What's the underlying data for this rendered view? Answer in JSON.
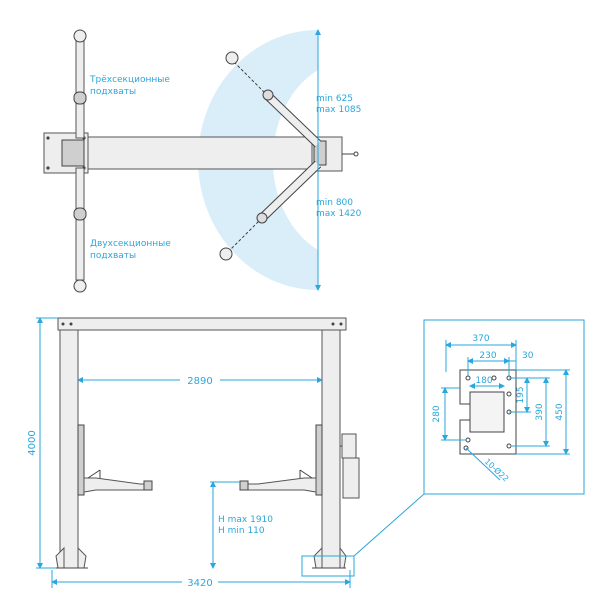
{
  "colors": {
    "accent": "#2aa7dc",
    "arc_fill": "#d9eef9",
    "steel": "#eeeeee",
    "outline": "#444444"
  },
  "top_view": {
    "three_section_label": [
      "Трёхсекционные",
      "подхваты"
    ],
    "two_section_label": [
      "Двухсекционные",
      "подхваты"
    ],
    "upper_range": [
      "min 625",
      "max 1085"
    ],
    "lower_range": [
      "min 800",
      "max 1420"
    ]
  },
  "front_view": {
    "height": "4000",
    "inner_width": "2890",
    "outer_width": "3420",
    "lift_height": [
      "H max 1910",
      "H min 110"
    ]
  },
  "base_plate": {
    "dim_370": "370",
    "dim_230": "230",
    "dim_30": "30",
    "dim_180": "180",
    "dim_280": "280",
    "dim_195": "195",
    "dim_390": "390",
    "dim_450": "450",
    "holes": "10-Ø22"
  }
}
